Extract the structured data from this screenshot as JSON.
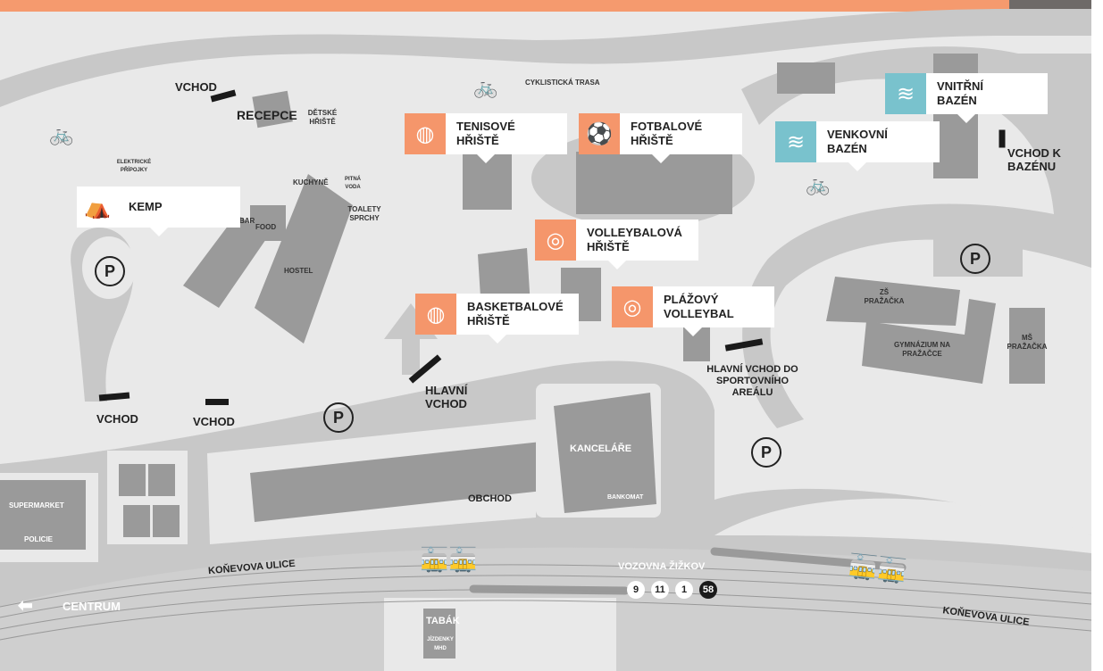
{
  "colors": {
    "accent": "#f5966b",
    "water": "#79c2cd",
    "building": "#9a9a9a",
    "road": "#c8c8c8",
    "ground": "#e9e9e9"
  },
  "labels": {
    "vchod_top": "VCHOD",
    "recepce": "RECEPCE",
    "detske_hriste": "DĚTSKÉ HŘIŠTĚ",
    "elektricke_pripojky": "ELEKTRICKÉ PŘÍPOJKY",
    "kuchyne": "KUCHYNĚ",
    "pitna_voda": "PITNÁ VODA",
    "toalety_sprchy": "TOALETY SPRCHY",
    "bar": "BAR",
    "food": "FOOD",
    "hostel": "HOSTEL",
    "cyklisticka_trasa": "CYKLISTICKÁ TRASA",
    "vchod_left": "VCHOD",
    "vchod_mid": "VCHOD",
    "hlavni_vchod": "HLAVNÍ VCHOD",
    "hlavni_vchod_sport": "HLAVNÍ VCHOD DO SPORTOVNÍHO AREÁLU",
    "vchod_bazen": "VCHOD K BAZÉNU",
    "zs": "ZŠ PRAŽAČKA",
    "gymnazium": "GYMNÁZIUM NA PRAŽAČCE",
    "ms": "MŠ PRAŽAČKA",
    "kancelare": "KANCELÁŘE",
    "bankomat": "BANKOMAT",
    "obchod": "OBCHOD",
    "supermarket": "SUPERMARKET",
    "policie": "POLICIE",
    "konevova_left": "KOŇEVOVA ULICE",
    "konevova_right": "KOŇEVOVA ULICE",
    "centrum": "CENTRUM",
    "tabak": "TABÁK",
    "jizdenky": "JÍZDENKY MHD",
    "vozovna": "VOZOVNA ŽIŽKOV",
    "parking": "P"
  },
  "cards": [
    {
      "id": "kemp",
      "label": "KEMP",
      "icon": "tent-icon"
    },
    {
      "id": "tenis",
      "label": "TENISOVÉ\nHŘIŠTĚ",
      "icon": "tennis-ball-icon"
    },
    {
      "id": "fotbal",
      "label": "FOTBALOVÉ\nHŘIŠTĚ",
      "icon": "soccer-ball-icon"
    },
    {
      "id": "volejbal",
      "label": "VOLLEYBALOVÁ\nHŘIŠTĚ",
      "icon": "volleyball-icon"
    },
    {
      "id": "basketbal",
      "label": "BASKETBALOVÉ\nHŘIŠTĚ",
      "icon": "basketball-icon"
    },
    {
      "id": "plazovy",
      "label": "PLÁŽOVÝ\nVOLLEYBAL",
      "icon": "volleyball-icon"
    },
    {
      "id": "vnitrni",
      "label": "VNITŘNÍ\nBAZÉN",
      "icon": "water-waves-icon"
    },
    {
      "id": "venkovni",
      "label": "VENKOVNÍ\nBAZÉN",
      "icon": "water-waves-icon"
    }
  ],
  "tram_lines": [
    "9",
    "11",
    "1",
    "58"
  ]
}
